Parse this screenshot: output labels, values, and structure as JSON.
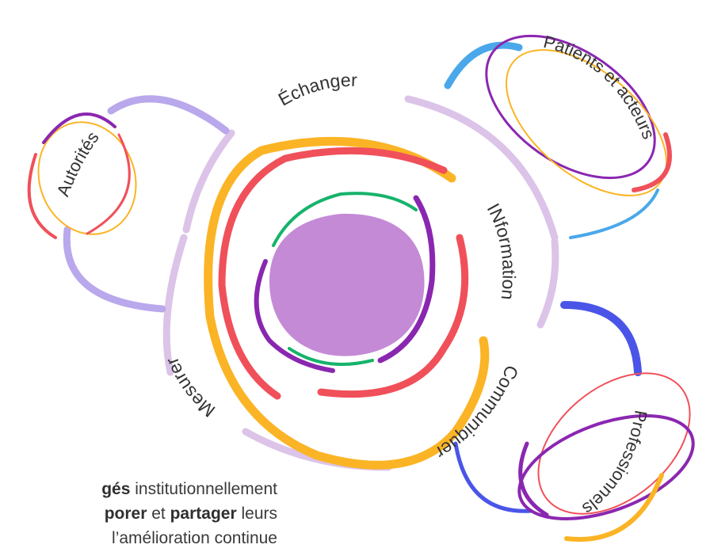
{
  "colors": {
    "center": "#c48ad6",
    "lavender": "#dcc3e8",
    "purple": "#8a27b0",
    "red": "#f0505a",
    "orange": "#fbb425",
    "green": "#16b36b",
    "blue_light": "#4aa8ea",
    "blue_royal": "#4a55e8",
    "periwinkle": "#b9a8ec"
  },
  "labels": {
    "echanger": "Échanger",
    "information": "INformation",
    "communiquer": "Communiquer",
    "mesurer": "Mesurer",
    "autorites": "Autorités",
    "patients": "Patients et acteurs",
    "professionnels": "Professionnels"
  },
  "bottom_text": {
    "line1_bold": "gés",
    "line1_rest": " institutionnellement",
    "line2_bold_a": "porer",
    "line2_mid": " et ",
    "line2_bold_b": "partager",
    "line2_rest": " leurs",
    "line3": "l’amélioration continue"
  }
}
